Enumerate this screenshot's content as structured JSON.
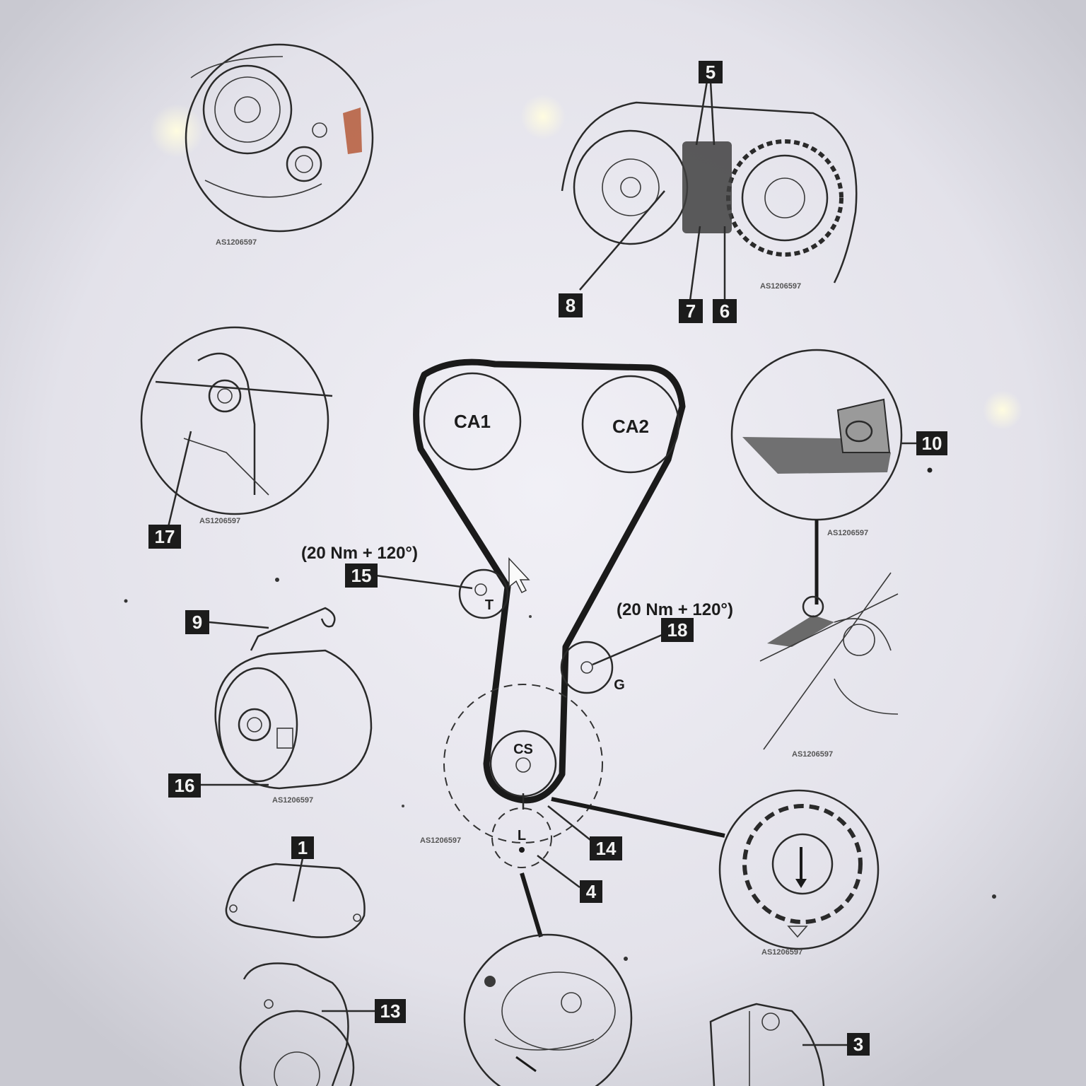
{
  "diagram": {
    "belt_pulleys": [
      {
        "id": "cam1",
        "label": "CA1"
      },
      {
        "id": "cam2",
        "label": "CA2"
      },
      {
        "id": "crank",
        "label": "CS"
      },
      {
        "id": "tensioner",
        "label": "T"
      },
      {
        "id": "idler",
        "label": "G"
      },
      {
        "id": "lower",
        "label": "L"
      }
    ],
    "torque_15": "(20 Nm + 120°)",
    "torque_18": "(20 Nm + 120°)",
    "callouts": {
      "c1": "1",
      "c3": "3",
      "c4": "4",
      "c5": "5",
      "c6": "6",
      "c7": "7",
      "c8": "8",
      "c9": "9",
      "c10": "10",
      "c13": "13",
      "c14": "14",
      "c15": "15",
      "c16": "16",
      "c17": "17",
      "c18": "18"
    },
    "reference_code": "AS1206597"
  }
}
